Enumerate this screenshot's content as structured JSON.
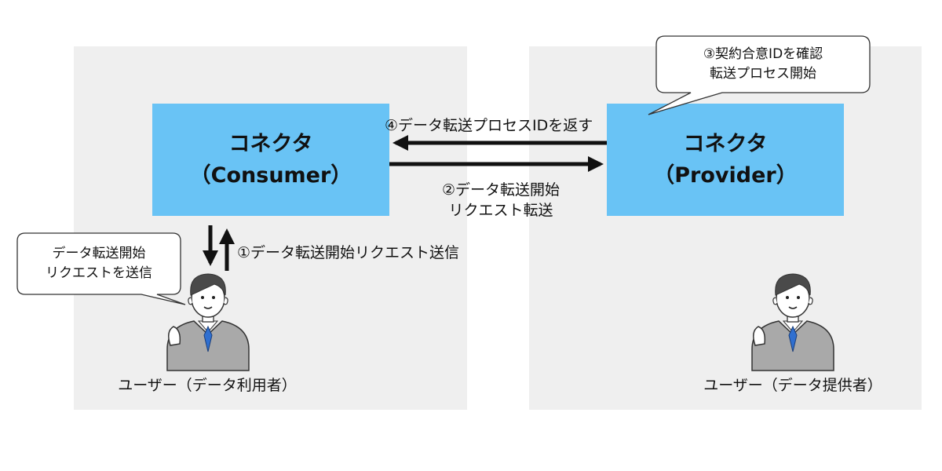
{
  "colors": {
    "panel": "#efefef",
    "box": "#69c3f5",
    "arrow": "#111111",
    "suit": "#a9a9a9",
    "tie": "#2f6fd0",
    "hair": "#4a4a4a",
    "skin": "#ffffff"
  },
  "consumer": {
    "box_title": "コネクタ",
    "box_subtitle": "（Consumer）",
    "user_label": "ユーザー（データ利用者）",
    "callout_line1": "データ転送開始",
    "callout_line2": "リクエストを送信"
  },
  "provider": {
    "box_title": "コネクタ",
    "box_subtitle": "（Provider）",
    "user_label": "ユーザー（データ提供者）",
    "callout_line1": "③契約合意IDを確認",
    "callout_line2": "転送プロセス開始"
  },
  "steps": {
    "step1": "①データ転送開始リクエスト送信",
    "step2_line1": "②データ転送開始",
    "step2_line2": "リクエスト転送",
    "step4": "④データ転送プロセスIDを返す"
  },
  "icons": [
    "user-avatar-icon",
    "arrow-icon",
    "speech-bubble-icon"
  ]
}
